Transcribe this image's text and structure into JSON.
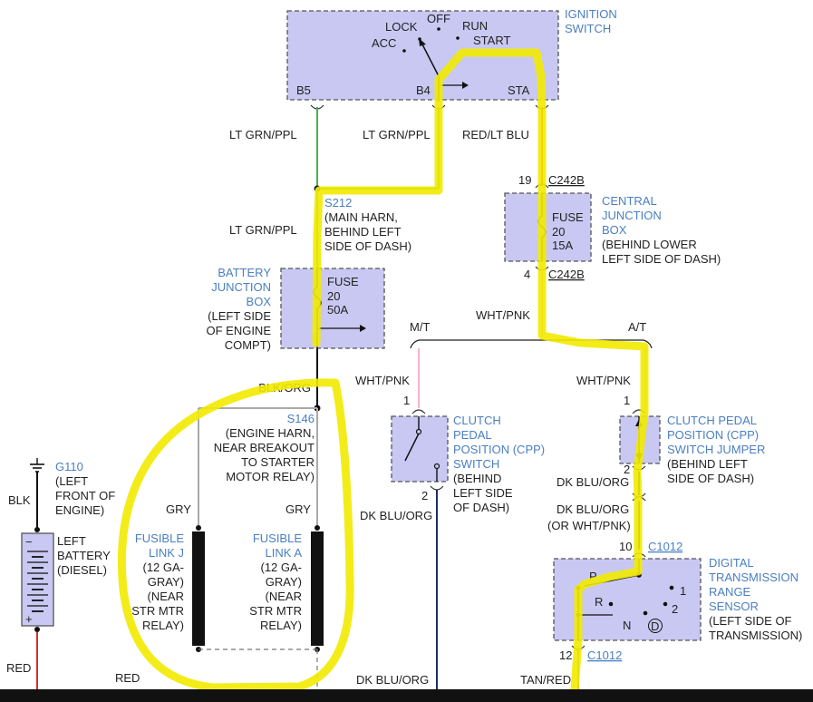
{
  "colors": {
    "box_fill": "#c8c8f2",
    "label_blue": "#4a7fc1",
    "highlight": "#f2ea00",
    "wire_green": "#4caf50",
    "wire_red": "#d32f2f",
    "wire_pink": "#f3b6c4",
    "wire_navy": "#1f2a6b"
  },
  "ignition_switch": {
    "title_1": "IGNITION",
    "title_2": "SWITCH",
    "pos_lock": "LOCK",
    "pos_off": "OFF",
    "pos_run": "RUN",
    "pos_acc": "ACC",
    "pos_start": "START",
    "pin_b5": "B5",
    "pin_b4": "B4",
    "pin_sta": "STA"
  },
  "wires": {
    "lt_grn_ppl_left": "LT GRN/PPL",
    "lt_grn_ppl_mid": "LT GRN/PPL",
    "red_lt_blu": "RED/LT BLU",
    "lt_grn_ppl_lower": "LT GRN/PPL",
    "wht_pnk_top": "WHT/PNK",
    "blk_org": "BLK/ORG",
    "wht_pnk_mt": "WHT/PNK",
    "wht_pnk_at": "WHT/PNK",
    "gry_left": "GRY",
    "gry_right": "GRY",
    "blk": "BLK",
    "red_left": "RED",
    "red_bottom": "RED",
    "dk_blu_org_mt": "DK BLU/ORG",
    "dk_blu_org_at": "DK BLU/ORG",
    "dk_blu_org_or_1": "DK BLU/ORG",
    "dk_blu_org_or_2": "(OR WHT/PNK)",
    "dk_blu_org_bottom": "DK BLU/ORG",
    "tan_red": "TAN/RED"
  },
  "splice_s212": {
    "id": "S212",
    "line1": "(MAIN HARN,",
    "line2": "BEHIND LEFT",
    "line3": "SIDE OF DASH)"
  },
  "central_junction_box": {
    "title_1": "CENTRAL",
    "title_2": "JUNCTION",
    "title_3": "BOX",
    "loc_1": "(BEHIND LOWER",
    "loc_2": "LEFT SIDE OF DASH)",
    "pin_top": "19",
    "conn_top": "C242B",
    "pin_bottom": "4",
    "conn_bottom": "C242B",
    "fuse_1": "FUSE",
    "fuse_2": "20",
    "fuse_3": "15A"
  },
  "battery_junction_box": {
    "title_1": "BATTERY",
    "title_2": "JUNCTION",
    "title_3": "BOX",
    "loc_1": "(LEFT SIDE",
    "loc_2": "OF ENGINE",
    "loc_3": "COMPT)",
    "fuse_1": "FUSE",
    "fuse_2": "20",
    "fuse_3": "50A"
  },
  "branches": {
    "mt": "M/T",
    "at": "A/T"
  },
  "splice_s146": {
    "id": "S146",
    "line1": "(ENGINE HARN,",
    "line2": "NEAR BREAKOUT",
    "line3": "TO STARTER",
    "line4": "MOTOR RELAY)"
  },
  "clutch_cpp_switch": {
    "title_1": "CLUTCH",
    "title_2": "PEDAL",
    "title_3": "POSITION (CPP)",
    "title_4": "SWITCH",
    "loc_1": "(BEHIND",
    "loc_2": "LEFT SIDE",
    "loc_3": "OF DASH)",
    "pin_top": "1",
    "pin_bottom": "2"
  },
  "cpp_jumper": {
    "title_1": "CLUTCH PEDAL",
    "title_2": "POSITION (CPP)",
    "title_3": "SWITCH JUMPER",
    "loc_1": "(BEHIND LEFT",
    "loc_2": "SIDE OF DASH)",
    "pin_top": "1",
    "pin_bottom": "2"
  },
  "ground_g110": {
    "id": "G110",
    "line1": "(LEFT",
    "line2": "FRONT OF",
    "line3": "ENGINE)"
  },
  "battery": {
    "line1": "LEFT",
    "line2": "BATTERY",
    "line3": "(DIESEL)",
    "minus": "−",
    "plus": "+"
  },
  "fusible_link_j": {
    "title_1": "FUSIBLE",
    "title_2": "LINK J",
    "line1": "(12 GA-",
    "line2": "GRAY)",
    "line3": "(NEAR",
    "line4": "STR MTR",
    "line5": "RELAY)"
  },
  "fusible_link_a": {
    "title_1": "FUSIBLE",
    "title_2": "LINK A",
    "line1": "(12 GA-",
    "line2": "GRAY)",
    "line3": "(NEAR",
    "line4": "STR MTR",
    "line5": "RELAY)"
  },
  "tr_sensor": {
    "title_1": "DIGITAL",
    "title_2": "TRANSMISSION",
    "title_3": "RANGE",
    "title_4": "SENSOR",
    "loc_1": "(LEFT SIDE OF",
    "loc_2": "TRANSMISSION)",
    "pin_top": "10",
    "conn_top": "C1012",
    "pin_bottom": "12",
    "conn_bottom": "C1012",
    "pos_p": "P",
    "pos_r": "R",
    "pos_n": "N",
    "pos_d": "D",
    "pos_2": "2",
    "pos_1": "1"
  }
}
